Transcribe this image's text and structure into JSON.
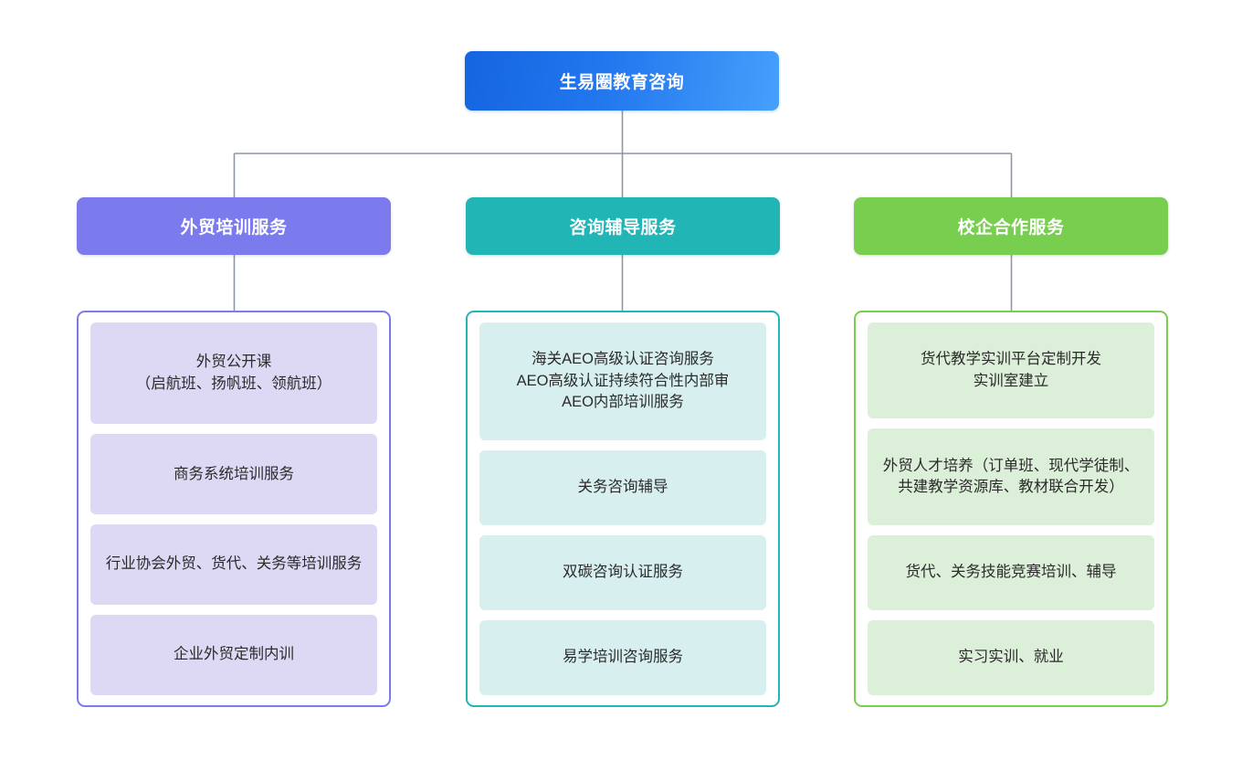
{
  "diagram": {
    "type": "organization-chart",
    "root": {
      "label": "生易圈教育咨询",
      "color": "#1f72e8"
    },
    "branches": [
      {
        "label": "外贸培训服务",
        "header_color": "#7b7bed",
        "panel_border_color": "#7b7bed",
        "chip_color": "#ddd9f5",
        "items": [
          "外贸公开课\n（启航班、扬帆班、领航班）",
          "商务系统培训服务",
          "行业协会外贸、货代、关务等培训服务",
          "企业外贸定制内训"
        ]
      },
      {
        "label": "咨询辅导服务",
        "header_color": "#21b5b5",
        "panel_border_color": "#21b5b5",
        "chip_color": "#d7f0ef",
        "items": [
          "海关AEO高级认证咨询服务\nAEO高级认证持续符合性内部审\nAEO内部培训服务",
          "关务咨询辅导",
          "双碳咨询认证服务",
          "易学培训咨询服务"
        ]
      },
      {
        "label": "校企合作服务",
        "header_color": "#77ce4f",
        "panel_border_color": "#77ce4f",
        "chip_color": "#dcefd9",
        "items": [
          "货代教学实训平台定制开发\n实训室建立",
          "外贸人才培养（订单班、现代学徒制、共建教学资源库、教材联合开发）",
          "货代、关务技能竞赛培训、辅导",
          "实习实训、就业"
        ]
      }
    ],
    "connector_color": "#8e96a3"
  }
}
